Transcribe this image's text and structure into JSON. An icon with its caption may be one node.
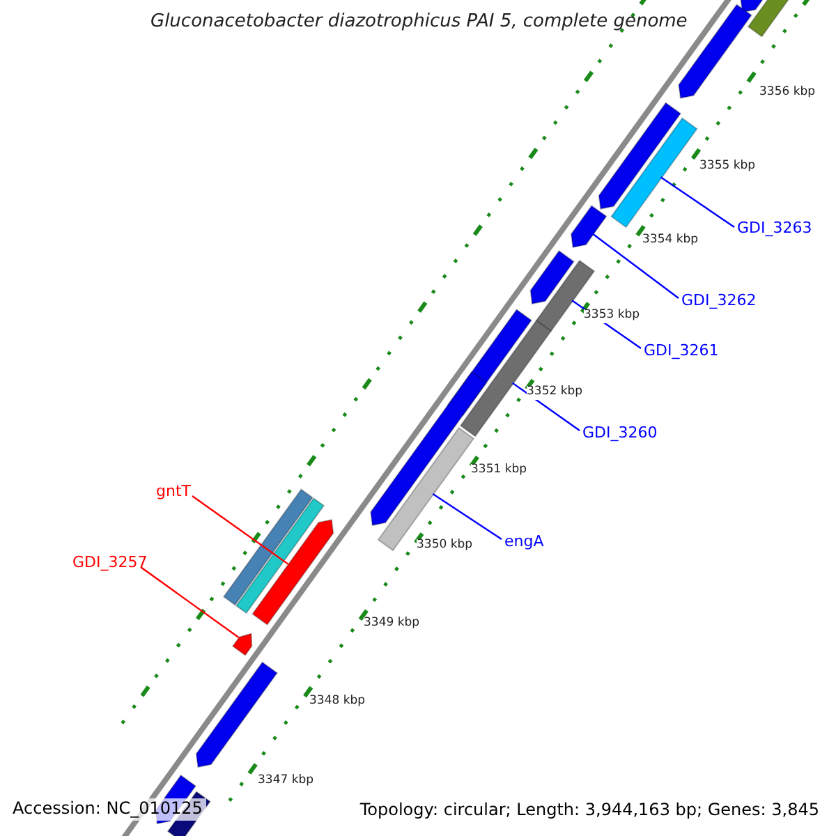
{
  "diagram": {
    "title": "Gluconacetobacter diazotrophicus PAI 5, complete genome",
    "nodes": [
      {
        "text": [
          "GDI_3263"
        ]
      },
      {
        "text": [
          "GDI_3262"
        ]
      },
      {
        "text": [
          "GDI_3261"
        ]
      },
      {
        "text": [
          "GDI_3260"
        ]
      },
      {
        "text": [
          "engA"
        ]
      },
      {
        "text": [
          "gntT"
        ]
      },
      {
        "text": [
          "GDI_3257"
        ]
      },
      {
        "text": [],
        "shape": "bar"
      },
      {
        "text": [],
        "shape": "bar"
      },
      {
        "text": [],
        "shape": "bar"
      },
      {
        "text": [],
        "shape": "bar"
      },
      {
        "text": [],
        "shape": "bar"
      },
      {
        "text": [],
        "shape": "bar"
      },
      {
        "text": [],
        "shape": "bar"
      },
      {
        "text": [],
        "shape": "bar"
      },
      {
        "text": [],
        "shape": "bar"
      },
      {
        "text": [],
        "shape": "bar"
      },
      {
        "text": [],
        "shape": "bar"
      },
      {
        "text": [],
        "shape": "bar"
      },
      {
        "text": [],
        "shape": "bar"
      },
      {
        "text": [],
        "shape": "bar"
      },
      {
        "text": [],
        "shape": "bar"
      },
      {
        "text": [],
        "shape": "bar"
      },
      {
        "text": [],
        "shape": "bar"
      },
      {
        "text": [],
        "shape": "bar"
      },
      {
        "text": [],
        "shape": "bar"
      }
    ],
    "edges": [
      {
        "from": 0,
        "to": 7,
        "arrow": "none"
      },
      {
        "from": 1,
        "to": 8,
        "arrow": "none"
      },
      {
        "from": 2,
        "to": 9,
        "arrow": "none"
      },
      {
        "from": 3,
        "to": 10,
        "arrow": "none"
      },
      {
        "from": 4,
        "to": 11,
        "arrow": "none"
      },
      {
        "from": 5,
        "to": 12,
        "arrow": "none",
        "color": "#ff0000"
      },
      {
        "from": 6,
        "to": 13,
        "arrow": "none",
        "color": "#ff0000"
      }
    ],
    "labels": [
      "3356 kbp",
      "3355 kbp",
      "3354 kbp",
      "3353 kbp",
      "3352 kbp",
      "3351 kbp",
      "3350 kbp",
      "3349 kbp",
      "3348 kbp",
      "3347 kbp",
      "Accession: NC_010125",
      "Topology: circular; Length: 3,944,163 bp; Genes: 3,845"
    ]
  }
}
